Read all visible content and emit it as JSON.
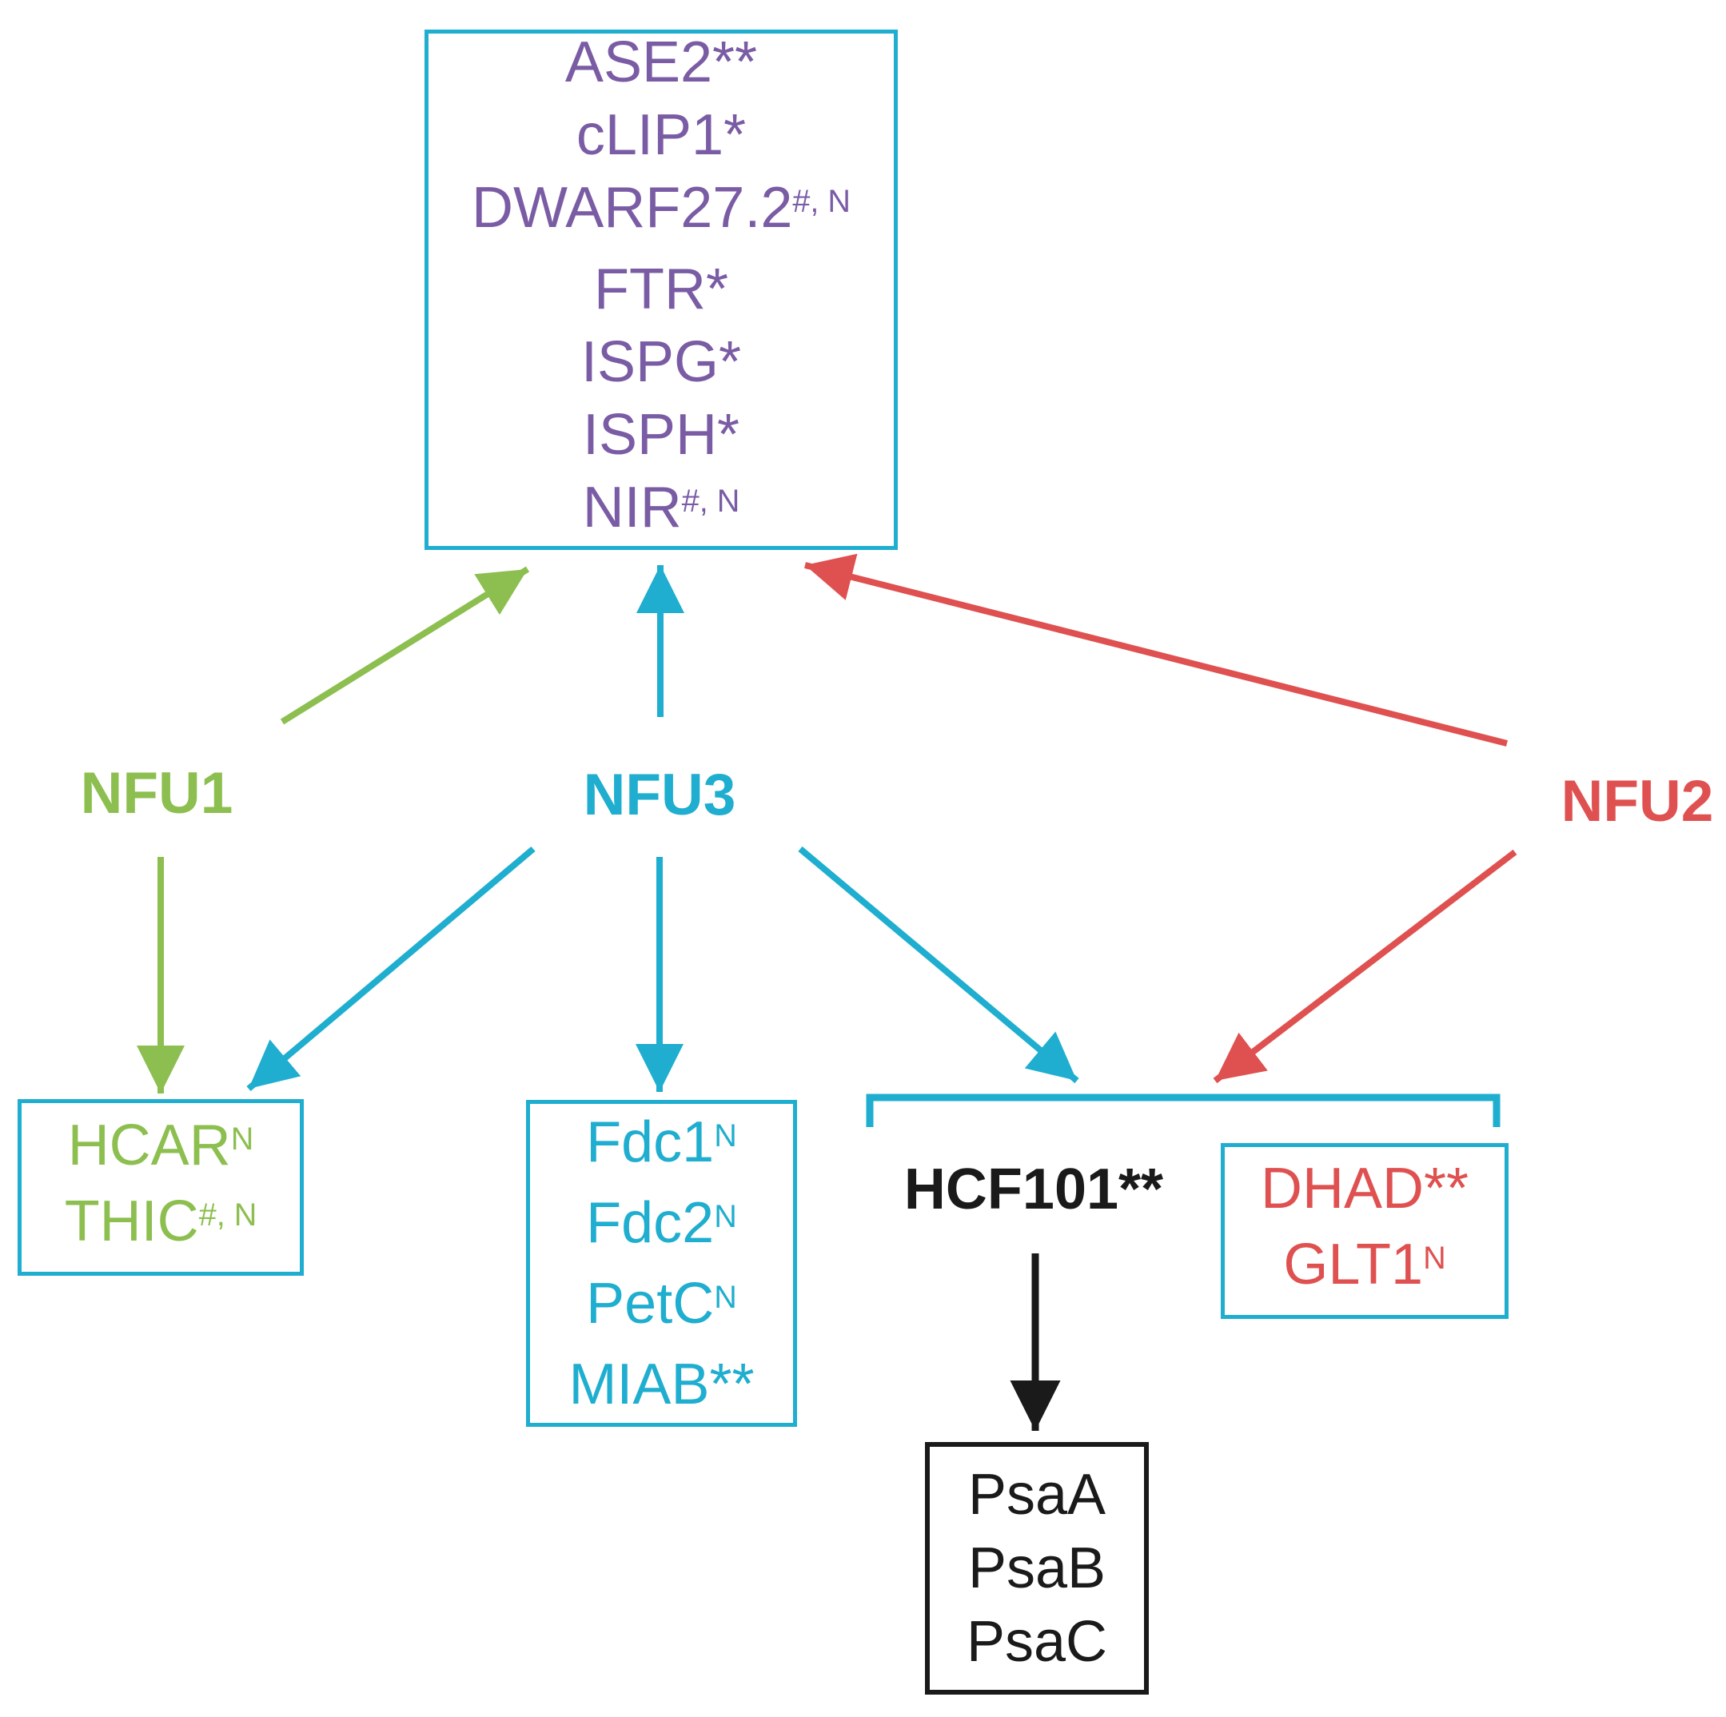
{
  "colors": {
    "cyan": "#1FAECF",
    "green": "#8CBF4F",
    "red": "#DF5150",
    "purple": "#7A5CA5",
    "black": "#1A1A1A"
  },
  "nfu": {
    "nfu1": "NFU1",
    "nfu2": "NFU2",
    "nfu3": "NFU3"
  },
  "top_box": {
    "genes": [
      {
        "base": "ASE2**"
      },
      {
        "base": "cLIP1*"
      },
      {
        "base": "DWARF27.2",
        "sup": "#, N"
      },
      {
        "base": "FTR*"
      },
      {
        "base": "ISPG*"
      },
      {
        "base": "ISPH*"
      },
      {
        "base": "NIR",
        "sup": "#, N"
      }
    ]
  },
  "hcar_box": {
    "genes": [
      {
        "base": "HCAR",
        "sup": "N"
      },
      {
        "base": "THIC",
        "sup": "#, N"
      }
    ]
  },
  "fdc_box": {
    "genes": [
      {
        "base": "Fdc1",
        "sup": "N"
      },
      {
        "base": "Fdc2",
        "sup": "N"
      },
      {
        "base": "PetC",
        "sup": "N"
      },
      {
        "base": "MIAB**"
      }
    ]
  },
  "hcf101": {
    "base": "HCF101**"
  },
  "dhad_box": {
    "genes": [
      {
        "base": "DHAD**"
      },
      {
        "base": "GLT1",
        "sup": "N"
      }
    ]
  },
  "psa_box": {
    "genes": [
      {
        "base": "PsaA"
      },
      {
        "base": "PsaB"
      },
      {
        "base": "PsaC"
      }
    ]
  }
}
